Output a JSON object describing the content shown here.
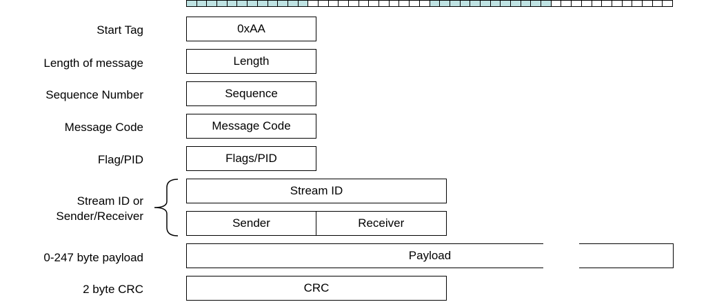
{
  "ruler": {
    "bit_pattern": [
      1,
      1,
      1,
      1,
      1,
      1,
      1,
      1,
      1,
      1,
      1,
      1,
      0,
      0,
      0,
      0,
      0,
      0,
      0,
      0,
      0,
      0,
      0,
      0,
      1,
      1,
      1,
      1,
      1,
      1,
      1,
      1,
      1,
      1,
      1,
      1,
      0,
      0,
      0,
      0,
      0,
      0,
      0,
      0,
      0,
      0,
      0,
      0
    ],
    "shade_color": "#bfe3e3"
  },
  "rows": {
    "start_tag": {
      "label": "Start Tag",
      "field": "0xAA"
    },
    "length": {
      "label": "Length of message",
      "field": "Length"
    },
    "sequence": {
      "label": "Sequence Number",
      "field": "Sequence"
    },
    "message_code": {
      "label": "Message Code",
      "field": "Message Code"
    },
    "flags": {
      "label": "Flag/PID",
      "field": "Flags/PID"
    },
    "stream": {
      "label_line1": "Stream ID or",
      "label_line2": "Sender/Receiver",
      "stream_field": "Stream ID",
      "sender_field": "Sender",
      "receiver_field": "Receiver"
    },
    "payload": {
      "label": "0-247 byte payload",
      "field": "Payload"
    },
    "crc": {
      "label": "2 byte CRC",
      "field": "CRC"
    }
  }
}
